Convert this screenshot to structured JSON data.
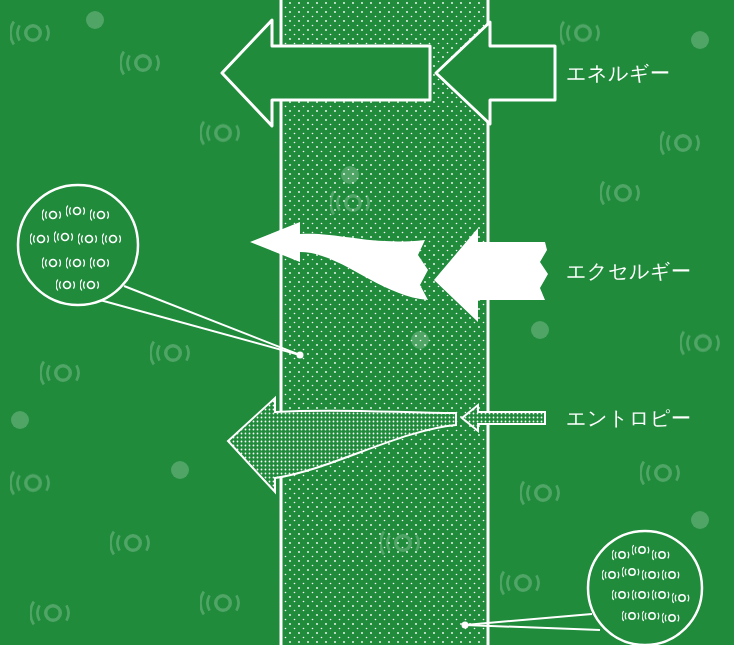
{
  "diagram": {
    "labels": [
      "エネルギー",
      "エクセルギー",
      "エントロピー"
    ]
  }
}
